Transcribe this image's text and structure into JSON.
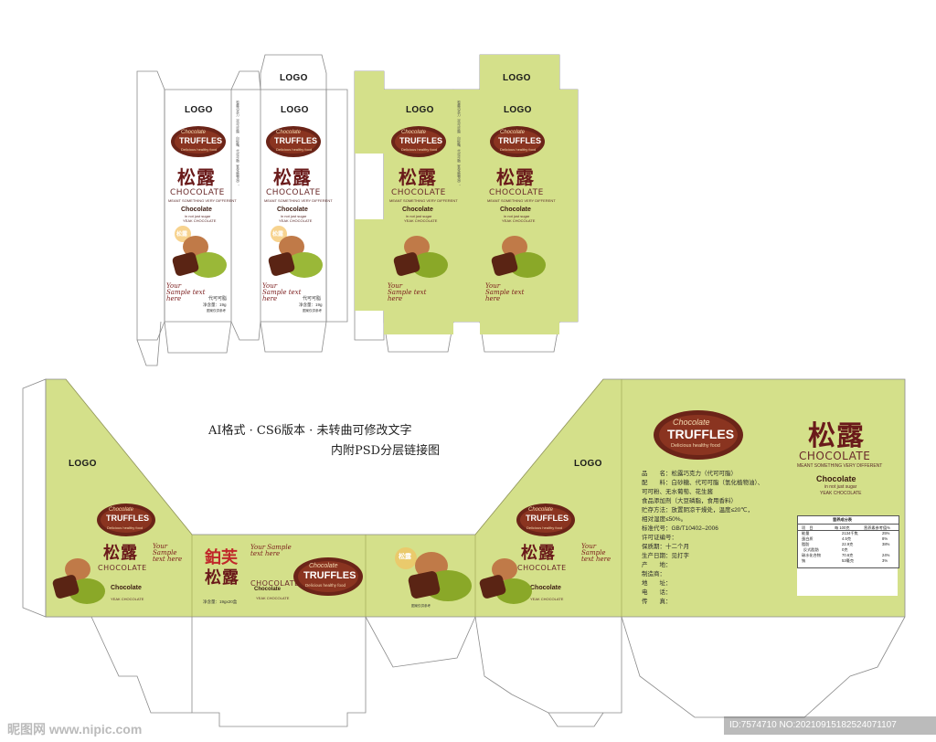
{
  "logo": "LOGO",
  "brand_badge": {
    "top": "Chocolate",
    "main": "TRUFFLES",
    "sub": "Delicious healthy food"
  },
  "product_cn": "松露",
  "chocolate_word": "CHOCOLATE",
  "slogan": "MEANT SOMETHING VERY DIFFERENT",
  "chocolate_small": "Chocolate",
  "chocolate_tagline": "in not just sugar",
  "year_chocolate": "YEAK CHOCOLATE",
  "sample_text": "Your Sample text here",
  "seal_text": "松露",
  "flavor": "代可可脂",
  "net_weight": "净含量：19g",
  "image_note": "图案仅供参考",
  "front_net_weight": "净含量：19gx20盒",
  "brand_cn": "鉑芙",
  "notes": {
    "line1": "AI格式 · CS6版本 · 未转曲可修改文字",
    "line2": "内附PSD分层链接图"
  },
  "info": [
    {
      "label": "品　　名：",
      "value": "松露巧克力（代可可脂）"
    },
    {
      "label": "配　　料：",
      "value": "白砂糖、代可可脂（氢化植物油）、"
    },
    {
      "label": "",
      "value": "可可粉、无水葡萄、花生酱"
    },
    {
      "label": "食品添加剂",
      "value": "（大豆磷脂，食用香料）"
    },
    {
      "label": "贮存方法：",
      "value": "放置阴凉干燥处，温度≤20℃，"
    },
    {
      "label": "",
      "value": "相对湿度≤50%。"
    },
    {
      "label": "标准代号：",
      "value": "GB/T10402–2006"
    },
    {
      "label": "许可证编号：",
      "value": ""
    },
    {
      "label": "保质期：",
      "value": "十二个月"
    },
    {
      "label": "生产日期：",
      "value": "见打字"
    },
    {
      "label": "产　　地：",
      "value": ""
    },
    {
      "label": "制造商：",
      "value": ""
    },
    {
      "label": "地　　址：",
      "value": ""
    },
    {
      "label": "电　　话：",
      "value": ""
    },
    {
      "label": "传　　真：",
      "value": ""
    }
  ],
  "nutrition": {
    "title": "营养成分表",
    "headers": [
      "项　目",
      "每 100克",
      "营养素参考值%"
    ],
    "rows": [
      [
        "能量",
        "2134千焦",
        "25%"
      ],
      [
        "蛋白质",
        "4.5克",
        "8%"
      ],
      [
        "脂肪",
        "22.9克",
        "38%"
      ],
      [
        "反式脂肪",
        "0克",
        ""
      ],
      [
        "碳水化合物",
        "70.6克",
        "24%"
      ],
      [
        "钠",
        "53毫克",
        "3%"
      ]
    ]
  },
  "watermark": {
    "left": "昵图网 www.nipic.com",
    "right": "ID:7574710 NO:20210915182524071107"
  },
  "colors": {
    "green": "#d4e08a",
    "brown": "#6b2418",
    "dark_brown": "#4a1610",
    "line": "#888888"
  }
}
